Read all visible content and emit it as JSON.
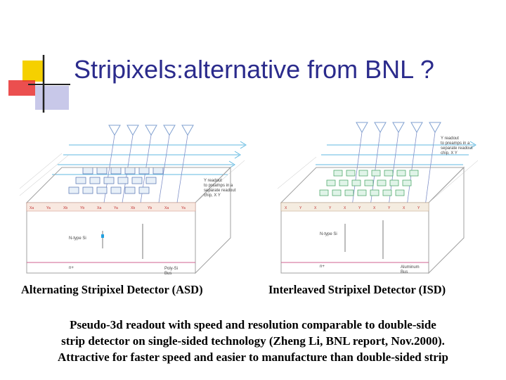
{
  "slide": {
    "title": "Stripixels:alternative from BNL ?",
    "colors": {
      "title": "#2b2b8c",
      "logo_yellow": "#f5d000",
      "logo_red": "#e83030",
      "logo_blue": "#6060c0",
      "diagram_line": "#70c0e0",
      "diagram_label": "#d04040"
    }
  },
  "figures": {
    "asd": {
      "caption": "Alternating Stripixel Detector (ASD)",
      "labels": {
        "readout_note": [
          "Y readout",
          "to preamps in a",
          "separate readout",
          "chip, X Y"
        ],
        "type_label": "N-type Si",
        "backside": "n+",
        "bus": [
          "Poly-Si",
          "Bus"
        ],
        "pad_labels": [
          "Xa",
          "Ya",
          "Xb",
          "Yb",
          "Xa",
          "Ya",
          "Xb",
          "Yb",
          "Xa",
          "Ya"
        ]
      }
    },
    "isd": {
      "caption": "Interleaved Stripixel Detector (ISD)",
      "labels": {
        "readout_note": [
          "Y readout",
          "to preamps in a",
          "separate readout",
          "chip, X Y"
        ],
        "type_label": "N-type Si",
        "backside": "n+",
        "bus": [
          "Aluminum",
          "Bus"
        ],
        "pad_labels": [
          "X",
          "Y",
          "X",
          "Y",
          "X",
          "Y",
          "X",
          "Y",
          "X",
          "Y"
        ]
      }
    }
  },
  "description": [
    "Pseudo-3d readout with speed and resolution comparable to double-side",
    "strip detector on single-sided technology (Zheng Li, BNL report, Nov.2000).",
    "Attractive for faster speed and easier to manufacture than double-sided strip"
  ]
}
